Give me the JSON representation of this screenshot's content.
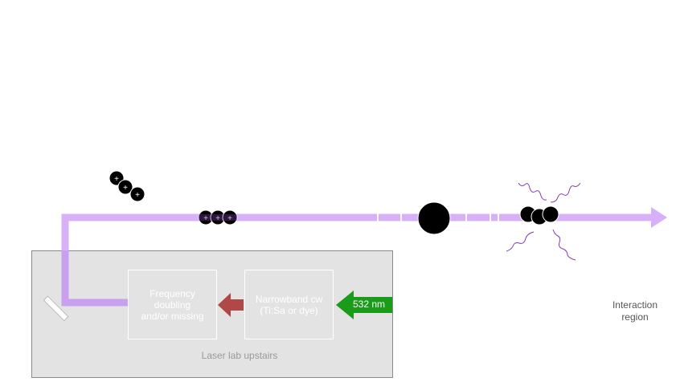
{
  "colors": {
    "beam": "#d8b0f8",
    "beam_dark": "#c9a0ef",
    "lab_fill": "#e3e3e3",
    "lab_border": "#8a8a8a",
    "red_arrow": "#b04848",
    "green_arrow": "#1a9c1a",
    "photon": "#8040b0",
    "ion_fill": "#000000",
    "ion_stroke": "#ffffff"
  },
  "lab": {
    "label": "Laser lab upstairs",
    "frequency_box": "Frequency\ndoubling\nand/or missing",
    "narrowband_box": "Narrowband cw\n(Ti:Sa or dye)",
    "pump_label": "532 nm"
  },
  "interaction": {
    "label": "Interaction\nregion"
  },
  "ions": {
    "diagonal_group_charges": [
      "+",
      "+",
      "+"
    ],
    "beam_group_charges": [
      "+",
      "+",
      "+"
    ]
  }
}
